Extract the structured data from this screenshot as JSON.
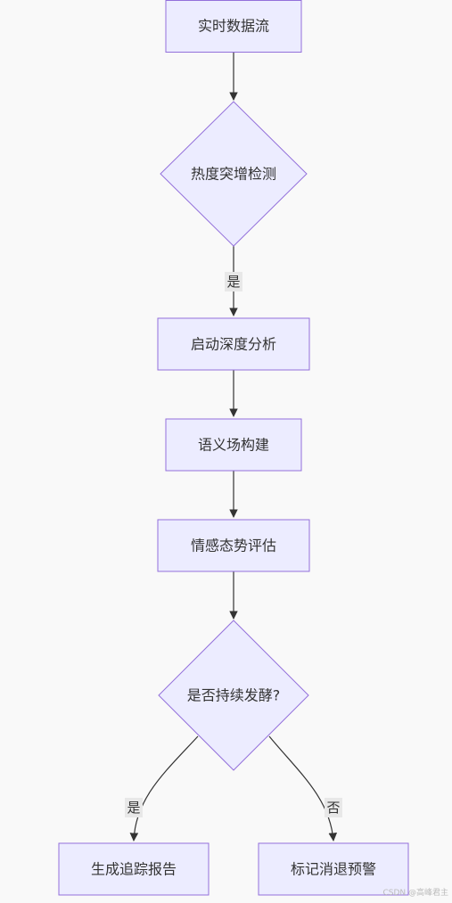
{
  "nodes": {
    "realtime_stream": "实时数据流",
    "heat_spike_detect": "热度突增检测",
    "deep_analysis": "启动深度分析",
    "semantic_field": "语义场构建",
    "sentiment_eval": "情感态势评估",
    "keep_fermenting": "是否持续发酵?",
    "tracking_report": "生成追踪报告",
    "cancel_alert": "标记消退预警"
  },
  "edges": {
    "yes_1": "是",
    "yes_2": "是",
    "no": "否"
  },
  "watermark": "CSDN @高峰君主",
  "colors": {
    "node_fill": "#ececff",
    "node_stroke": "#9370db",
    "edge": "#333333",
    "background": "#f9f9f9"
  }
}
